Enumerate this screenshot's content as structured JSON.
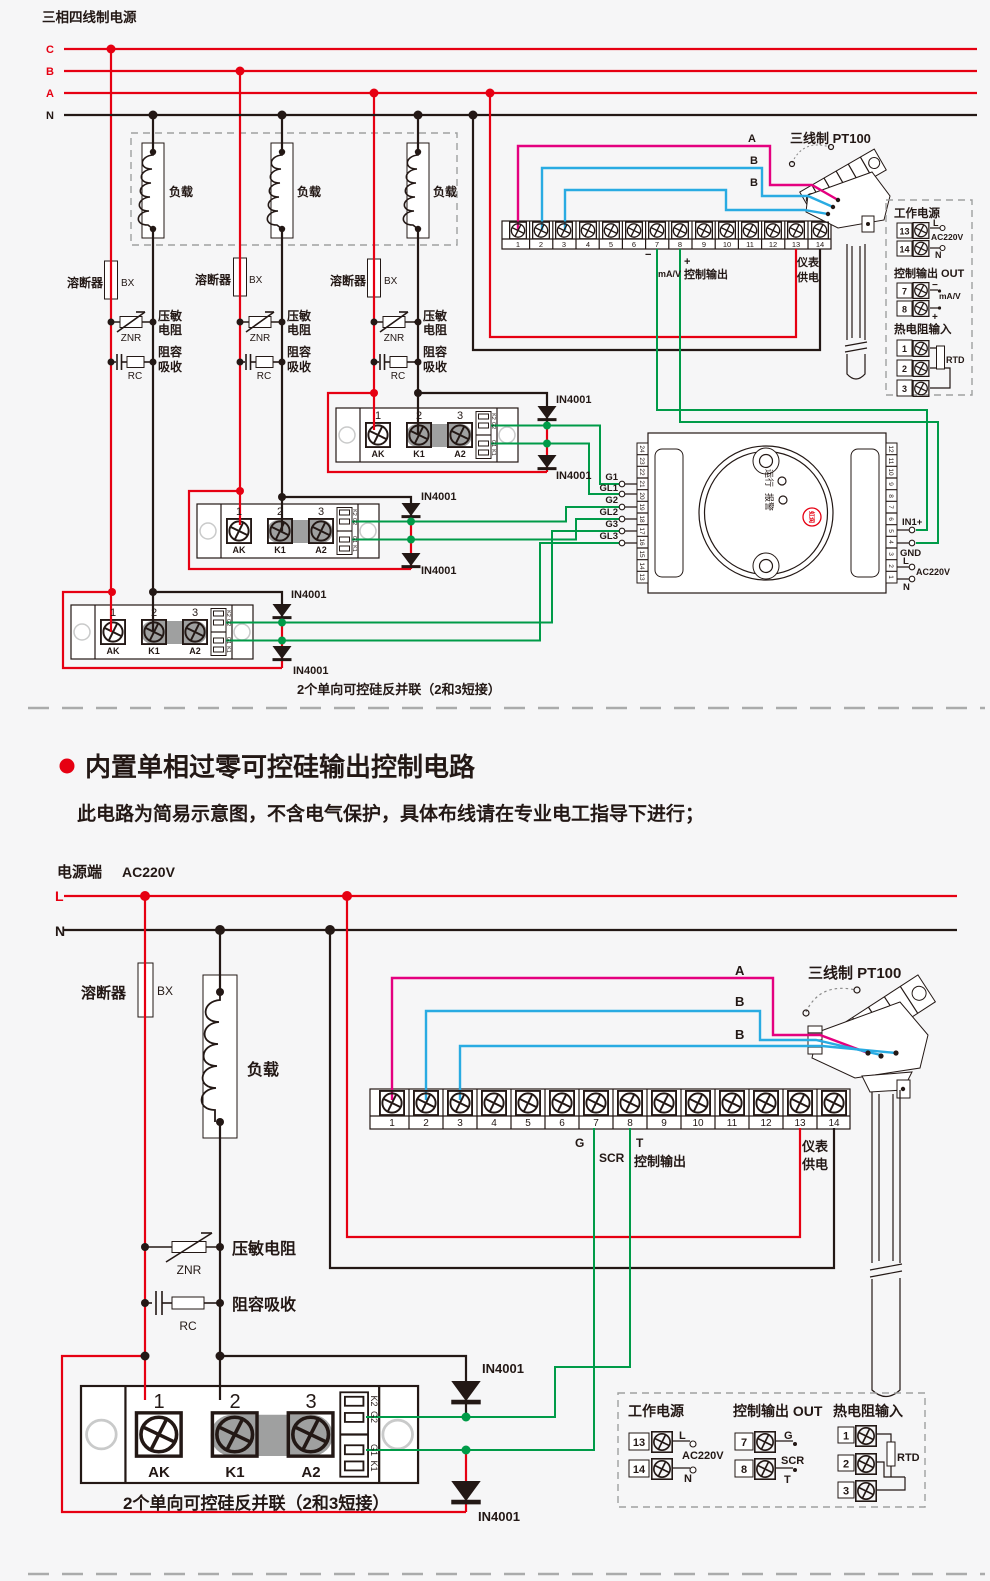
{
  "top_diagram": {
    "title": "三相四线制电源",
    "phases": [
      "C",
      "B",
      "A",
      "N"
    ],
    "load": "负载",
    "fuse": "溶断器",
    "fuse_code": "BX",
    "znr": "ZNR",
    "varistor_l1": "压敏",
    "varistor_l2": "电阻",
    "rc": "RC",
    "snubber_l1": "阻容",
    "snubber_l2": "吸收",
    "terminals": [
      "1",
      "2",
      "3",
      "4",
      "5",
      "6",
      "7",
      "8",
      "9",
      "10",
      "11",
      "12",
      "13",
      "14"
    ],
    "minus": "−",
    "mav": "mA/V",
    "plus": "+",
    "ctrl_out": "控制输出",
    "meter_l1": "仪表",
    "meter_l2": "供电",
    "pt100": "三线制 PT100",
    "wA": "A",
    "wB1": "B",
    "wB2": "B",
    "diode": "IN4001",
    "mod_n1": "1",
    "mod_n2": "2",
    "mod_n3": "3",
    "mod_ak": "AK",
    "mod_k1": "K1",
    "mod_a2": "A2",
    "mini1": "K2",
    "mini2": "G2",
    "mini3": "G1",
    "mini4": "K1",
    "g1": "G1",
    "gl1": "GL1",
    "g2": "G2",
    "gl2": "GL2",
    "g3": "G3",
    "gl3": "GL3",
    "caption": "2个单向可控硅反并联（2和3短接）",
    "controller": {
      "run": "运行",
      "alarm": "报警",
      "brand": "虹润",
      "in1": "IN1+",
      "gnd": "GND",
      "l": "L",
      "n": "N",
      "ac": "AC220V",
      "left_nums": [
        "24",
        "23",
        "22",
        "21",
        "20",
        "19",
        "18",
        "17",
        "16",
        "15",
        "14",
        "13"
      ],
      "right_nums": [
        "12",
        "11",
        "10",
        "9",
        "8",
        "7",
        "6",
        "5",
        "4",
        "3",
        "2",
        "1"
      ]
    },
    "panel": {
      "power": "工作电源",
      "t13": "13",
      "t14": "14",
      "l": "L",
      "n": "N",
      "ac": "AC220V",
      "out": "控制输出 OUT",
      "t7": "7",
      "t8": "8",
      "minus": "−",
      "plus": "+",
      "mav": "mA/V",
      "rtd_in": "热电阻输入",
      "t1": "1",
      "t2": "2",
      "t3": "3",
      "rtd": "RTD"
    }
  },
  "section": {
    "title": "内置单相过零可控硅输出控制电路",
    "subtitle": "此电路为简易示意图，不含电气保护，具体布线请在专业电工指导下进行；"
  },
  "bottom_diagram": {
    "source": "电源端",
    "voltage": "AC220V",
    "l": "L",
    "n": "N",
    "fuse": "溶断器",
    "fuse_code": "BX",
    "load": "负载",
    "varistor": "压敏电阻",
    "znr": "ZNR",
    "snubber": "阻容吸收",
    "rc": "RC",
    "terminals": [
      "1",
      "2",
      "3",
      "4",
      "5",
      "6",
      "7",
      "8",
      "9",
      "10",
      "11",
      "12",
      "13",
      "14"
    ],
    "g": "G",
    "scr": "SCR",
    "t": "T",
    "ctrl_out": "控制输出",
    "meter_l1": "仪表",
    "meter_l2": "供电",
    "pt100": "三线制 PT100",
    "wA": "A",
    "wB1": "B",
    "wB2": "B",
    "diode": "IN4001",
    "mod_n1": "1",
    "mod_n2": "2",
    "mod_n3": "3",
    "mod_ak": "AK",
    "mod_k1": "K1",
    "mod_a2": "A2",
    "mini1": "K2",
    "mini2": "G2",
    "mini3": "G1",
    "mini4": "K1",
    "caption": "2个单向可控硅反并联（2和3短接）",
    "panel": {
      "power": "工作电源",
      "t13": "13",
      "t14": "14",
      "l": "L",
      "n": "N",
      "ac": "AC220V",
      "out": "控制输出 OUT",
      "t7": "7",
      "t8": "8",
      "g": "G",
      "scr": "SCR",
      "t": "T",
      "rtd_in": "热电阻输入",
      "t1": "1",
      "t2": "2",
      "t3": "3",
      "rtd": "RTD"
    }
  }
}
